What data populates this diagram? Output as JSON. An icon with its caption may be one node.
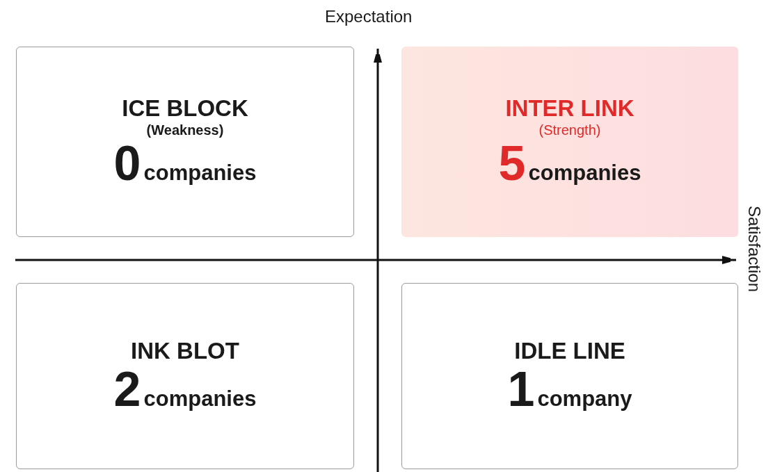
{
  "diagram": {
    "nodes": [
      {
        "text": [
          "ICE BLOCK",
          "(Weakness)",
          "0",
          "companies"
        ]
      },
      {
        "text": [
          "INTER LINK",
          "(Strength)",
          "5",
          "companies"
        ]
      },
      {
        "text": [
          "INK BLOT",
          "2",
          "companies"
        ]
      },
      {
        "text": [
          "IDLE LINE",
          "1",
          "company"
        ]
      }
    ],
    "labels": [
      "Expectation",
      "Satisfaction"
    ]
  }
}
